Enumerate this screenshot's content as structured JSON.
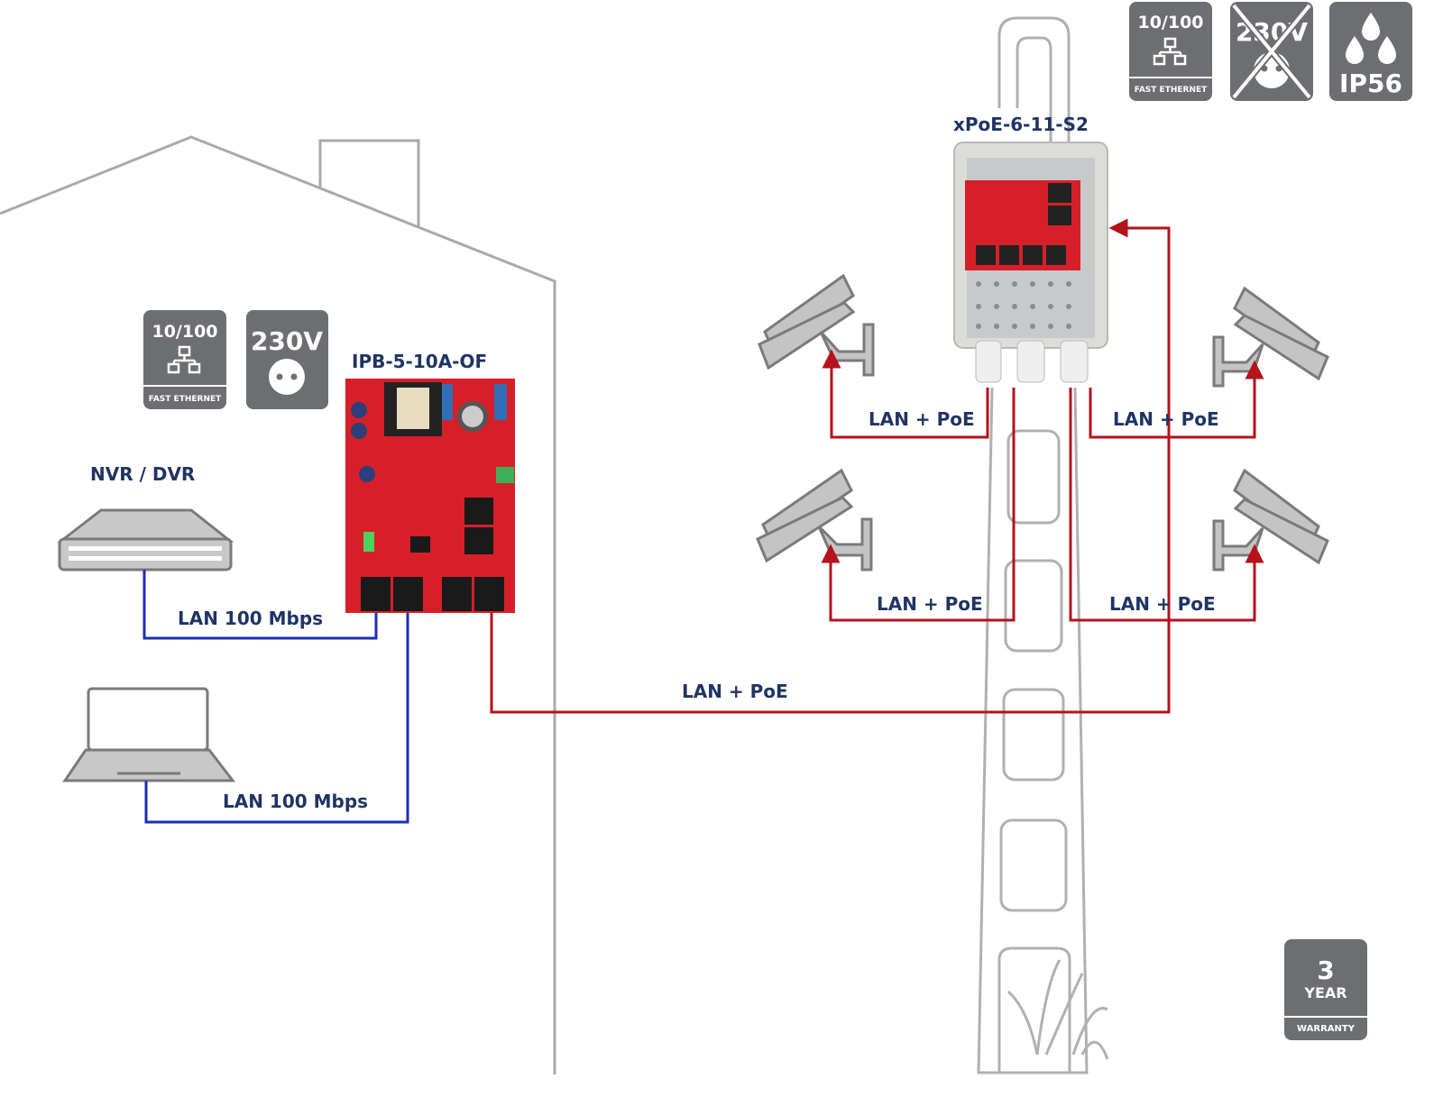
{
  "colors": {
    "icon_gray": "#6d6e71",
    "outline": "#a9a9a9",
    "poe_red": "#b5121b",
    "lan_blue": "#1a2fb4",
    "text_navy": "#1f3464",
    "pcb_red": "#d71f2a"
  },
  "devices": {
    "switch_outdoor": "xPoE-6-11-S2",
    "switch_indoor": "IPB-5-10A-OF",
    "recorder": "NVR / DVR"
  },
  "links": {
    "poe_cam1": "LAN + PoE",
    "poe_cam2": "LAN + PoE",
    "poe_cam3": "LAN + PoE",
    "poe_cam4": "LAN + PoE",
    "poe_uplink": "LAN + PoE",
    "lan_nvr": "LAN 100 Mbps",
    "lan_laptop": "LAN 100 Mbps"
  },
  "badges": {
    "fast_ethernet": {
      "speed": "10/100",
      "caption": "FAST ETHERNET"
    },
    "voltage": {
      "value": "230V"
    },
    "no_voltage": {
      "value": "230V"
    },
    "ip_rating": {
      "value": "IP56"
    },
    "warranty": {
      "years": "3",
      "unit": "YEAR",
      "caption": "WARRANTY"
    }
  }
}
